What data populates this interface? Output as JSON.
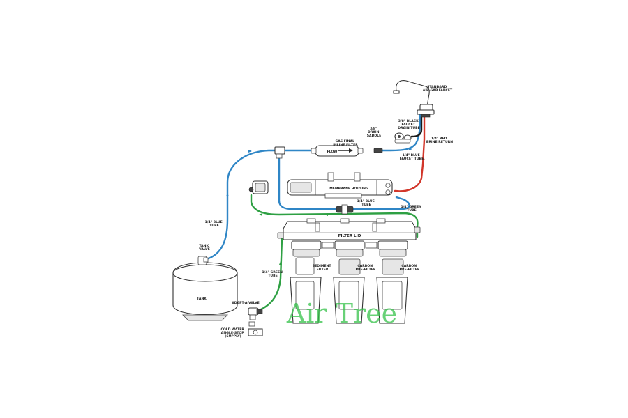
{
  "labels": {
    "standard_faucet": [
      "STANDARD",
      "AIR-GAP FAUCET"
    ],
    "black_drain_tube": [
      "3/8\" BLACK",
      "FAUCET",
      "DRAIN TUBE"
    ],
    "drain_saddle": [
      "3/8\"",
      "DRAIN",
      "SADDLE"
    ],
    "gac_final_filter": [
      "GAC FINAL",
      "INLINE FILTER"
    ],
    "flow": "FLOW",
    "red_brine_return": [
      "1/4\" RED",
      "BRINE RETURN"
    ],
    "blue_faucet_tube": [
      "1/4\" BLUE",
      "FAUCET TUBE"
    ],
    "membrane_housing": "MEMBRANE HOUSING",
    "blue_tube_mid": [
      "1/4\" BLUE",
      "TUBE"
    ],
    "green_tube_right": [
      "1/4\" GREEN",
      "TUBE"
    ],
    "filter_lid": "FILTER LID",
    "blue_tube_left": [
      "1/4\" BLUE",
      "TUBE"
    ],
    "tank_valve": [
      "TANK",
      "VALVE"
    ],
    "tank": "TANK",
    "sediment_filter": [
      "SEDIMENT",
      "FILTER"
    ],
    "carbon_prefilter_1": [
      "CARBON",
      "PRE-FILTER"
    ],
    "carbon_prefilter_2": [
      "CARBON",
      "PRE-FILTER"
    ],
    "green_tube_left": [
      "1/4\" GREEN",
      "TUBE"
    ],
    "adapt_valve": "ADAPT-A-VALVE",
    "cold_water": [
      "COLD WATER",
      "ANGLE-STOP",
      "(SUPPLY)"
    ]
  },
  "watermark": "Air Tree",
  "colors": {
    "blue_tube": "#2f86c6",
    "green_tube": "#2ea043",
    "red_tube": "#d2362a",
    "black_tube": "#1a1a1a",
    "watermark": "#35c24a"
  }
}
